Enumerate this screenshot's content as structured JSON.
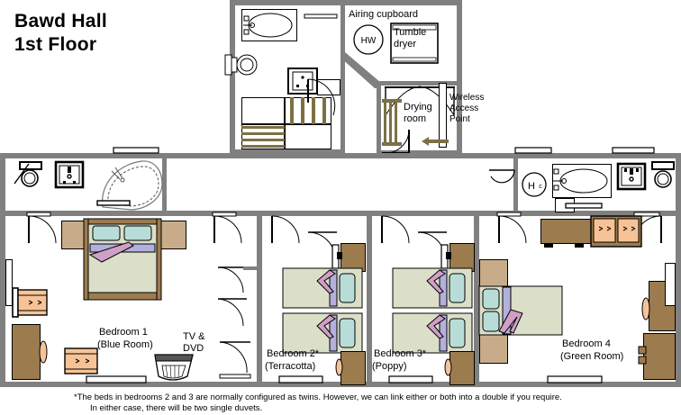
{
  "title": {
    "line1": "Bawd Hall",
    "line2": "1st Floor"
  },
  "labels": {
    "airing_cupboard": "Airing cupboard",
    "hot_water_symbol": "HW",
    "tumble_dryer": "Tumble\ndryer",
    "drying_room": "Drying\nroom",
    "wireless_access_point": "Wireless\nAccess\nPoint",
    "bathroom_h_symbol": "H",
    "tv_dvd": "TV &\nDVD"
  },
  "bedrooms": [
    {
      "name": "Bedroom 1",
      "sub": "(Blue Room)",
      "beds": 1,
      "bed_type": "double"
    },
    {
      "name": "Bedroom 2*",
      "sub": "(Terracotta)",
      "beds": 2,
      "bed_type": "twin"
    },
    {
      "name": "Bedroom 3*",
      "sub": "(Poppy)",
      "beds": 2,
      "bed_type": "twin"
    },
    {
      "name": "Bedroom 4",
      "sub": "(Green Room)",
      "beds": 1,
      "bed_type": "double"
    }
  ],
  "footnote": {
    "line1": "*The beds in bedrooms 2 and 3 are normally configured as twins. However, we can link either or both into a double if you require.",
    "line2": "In either case, there will be two single duvets."
  },
  "colors": {
    "wall": "#808080",
    "floor": "#ffffff",
    "bed_linen": "#dcdfc8",
    "pillow": "#b8ddd8",
    "duvet": "#b3b0dd",
    "duvet_fold": "#cf9fc6",
    "wood_dark": "#9c7b4f",
    "wood_light": "#c8ac8a",
    "drawer_unit": "#f7c396",
    "stairs": "#7d7043",
    "outline": "#000000"
  }
}
